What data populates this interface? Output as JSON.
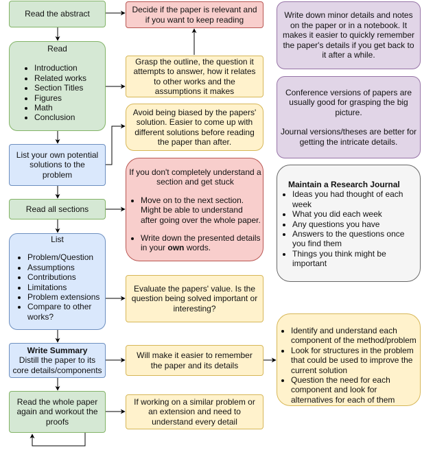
{
  "flow": {
    "read_abstract": "Read the abstract",
    "read_title": "Read",
    "read_items": [
      "Introduction",
      "Related works",
      "Section Titles",
      "Figures",
      "Math",
      "Conclusion"
    ],
    "list_solutions": "List your own potential solutions to the problem",
    "read_all_sections": "Read all sections",
    "list_title": "List",
    "list_items": [
      "Problem/Question",
      "Assumptions",
      "Contributions",
      "Limitations",
      "Problem extensions",
      "Compare to other works?"
    ],
    "summary_title": "Write Summary",
    "summary_text": "Distill the paper to its core details/components",
    "reread": "Read the whole paper again and workout the proofs"
  },
  "notes": {
    "decide": "Decide if the paper is relevant and if you want to keep reading",
    "grasp": "Grasp the outline, the question it attempts to answer, how it relates to other works and the assumptions it makes",
    "avoid_bias": "Avoid being biased by the papers' solution. Easier to come up with different solutions before reading the paper than after.",
    "stuck_intro": "If you don't completely understand a section and get stuck",
    "stuck_items": [
      "Move on to the next section. Might be able to understand after going over the whole paper.",
      "Write down the presented details in your "
    ],
    "stuck_bold": "own",
    "stuck_tail": " words.",
    "evaluate": "Evaluate the papers' value. Is the question being solved important or interesting?",
    "remember": "Will make it easier to remember the paper and its details",
    "similar": "If working on a similar problem or an extension and need to understand every detail"
  },
  "side": {
    "minor_details": "Write down minor details and notes on the paper or in a notebook. It makes it easier to quickly remember the paper's details if you get back to it after a while.",
    "conference_1": "Conference versions of papers are usually good for grasping the big picture.",
    "conference_2": "Journal versions/theses are better for getting the intricate details.",
    "journal_title": "Maintain a Research Journal",
    "journal_items": [
      "Ideas you had thought of each week",
      "What you did each week",
      "Any questions you have",
      "Answers to the questions once you find them",
      "Things you think might be important"
    ],
    "component_items": [
      "Identify and understand each component of the method/problem",
      "Look for structures in the problem that could be used to improve the current solution",
      "Question the need for each component and look for alternatives for each of them"
    ]
  },
  "colors": {
    "green": "#d5e8d4",
    "blue": "#dae8fc",
    "red": "#f8cecc",
    "yellow": "#fff2cc",
    "purple": "#e1d5e7",
    "gray": "#f5f5f5"
  }
}
